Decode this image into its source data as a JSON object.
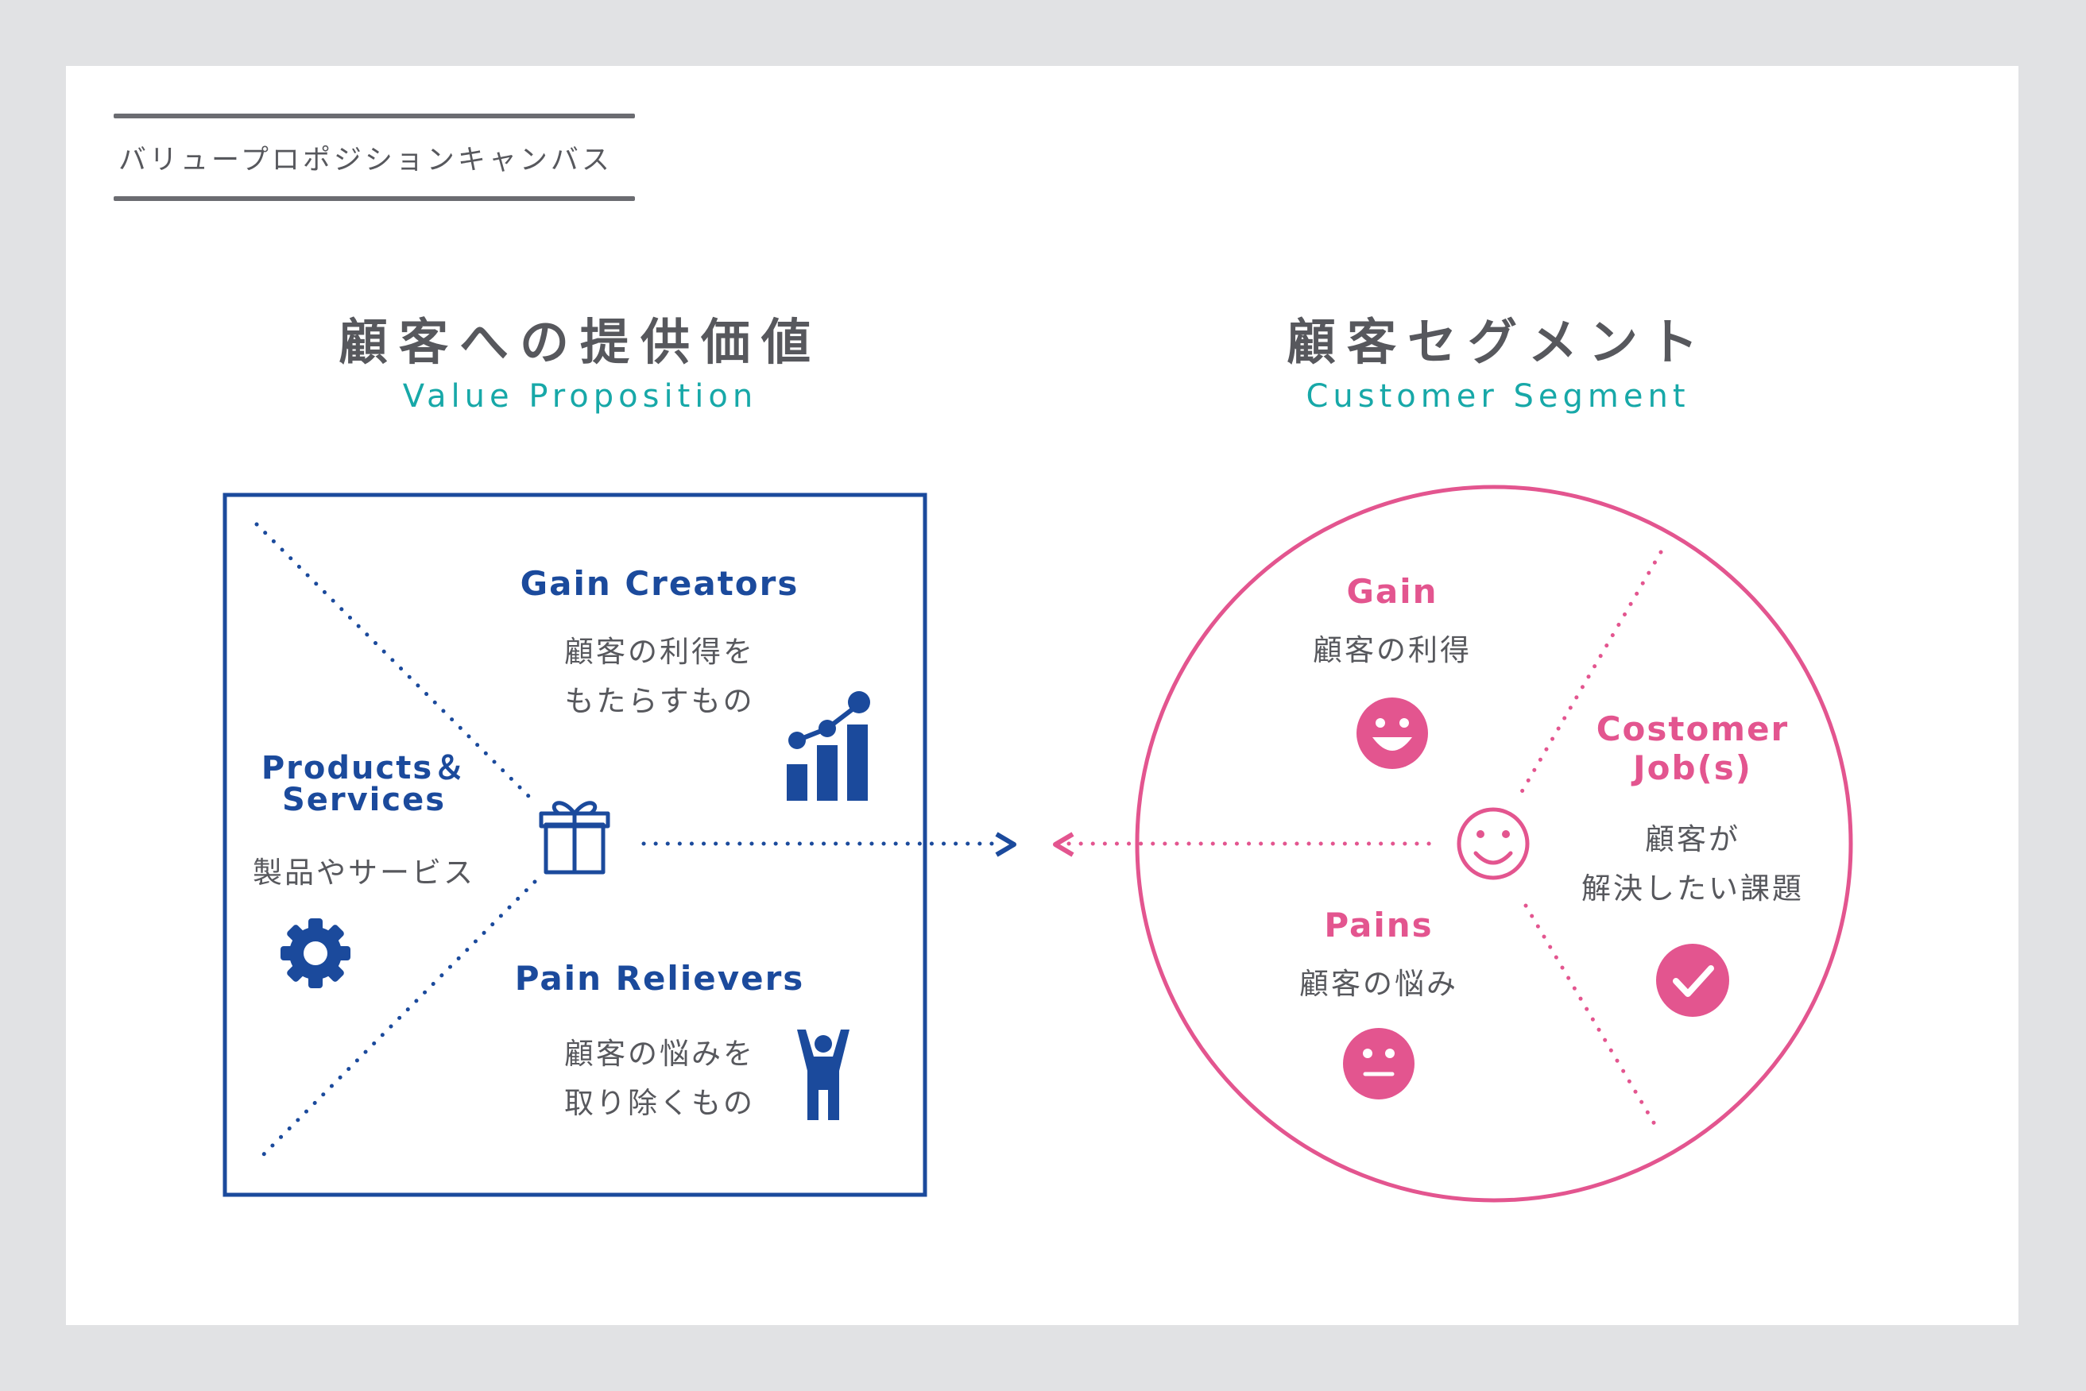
{
  "header": {
    "title": "バリュープロポジションキャンバス"
  },
  "value_proposition": {
    "title": "顧客への提供価値",
    "subtitle": "Value Proposition",
    "gain_creators": {
      "title": "Gain Creators",
      "desc_line1": "顧客の利得を",
      "desc_line2": "もたらすもの",
      "icon": "chart-growth-icon"
    },
    "products_services": {
      "title_line1": "Products＆",
      "title_line2": "Services",
      "desc": "製品やサービス",
      "icon": "gear-icon",
      "center_icon": "gift-icon"
    },
    "pain_relievers": {
      "title": "Pain Relievers",
      "desc_line1": "顧客の悩みを",
      "desc_line2": "取り除くもの",
      "icon": "person-cheering-icon"
    }
  },
  "customer_segment": {
    "title": "顧客セグメント",
    "subtitle": "Customer Segment",
    "gain": {
      "title": "Gain",
      "desc": "顧客の利得",
      "icon": "happy-face-icon"
    },
    "pains": {
      "title": "Pains",
      "desc": "顧客の悩み",
      "icon": "neutral-face-icon"
    },
    "customer_jobs": {
      "title_line1": "Costomer",
      "title_line2": "Job(s)",
      "desc_line1": "顧客が",
      "desc_line2": "解決したい課題",
      "icon": "checkmark-icon"
    },
    "center_icon": "smiley-outline-icon"
  },
  "colors": {
    "blue": "#1b4a9c",
    "pink": "#e3558f",
    "teal": "#17a8a8",
    "gray": "#57585d",
    "background": "#e1e2e4"
  }
}
